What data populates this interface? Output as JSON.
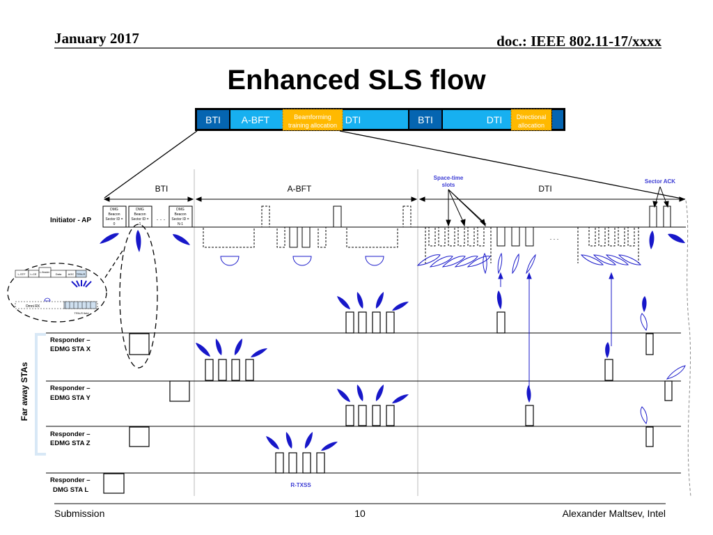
{
  "header": {
    "date": "January 2017",
    "doc_id": "doc.: IEEE 802.11-17/xxxx"
  },
  "title": "Enhanced SLS flow",
  "timeline_bar": {
    "segments": [
      "BTI",
      "A-BFT",
      "Beamforming training allocation",
      "DTI",
      "BTI",
      "DTI",
      "Directional allocation"
    ]
  },
  "phases": {
    "bti": "BTI",
    "abft": "A-BFT",
    "dti": "DTI"
  },
  "annotations": {
    "space_time_slots_line1": "Space-time",
    "space_time_slots_line2": "slots",
    "sector_ack": "Sector ACK",
    "r_txss": "R-TXSS",
    "ellipsis_beacons": ". . .",
    "ellipsis_slots": ". . ."
  },
  "beacons": [
    {
      "lines": [
        "DMG",
        "Beacon",
        "Sector ID =",
        "0"
      ]
    },
    {
      "lines": [
        "DMG",
        "Beacon",
        "Sector ID =",
        "1"
      ]
    },
    {
      "lines": [
        "DMG",
        "Beacon",
        "Sector ID =",
        "N-1"
      ]
    }
  ],
  "callout": {
    "fields": [
      "L-STF",
      "L-CE",
      "L-Header",
      "Data",
      "AGC",
      "TRN-R"
    ],
    "omni_rx": "Omni RX",
    "trn_r_label": "TRN-R field"
  },
  "stations": {
    "initiator": "Initiator - AP",
    "sta_x": [
      "Responder –",
      "EDMG STA X"
    ],
    "sta_y": [
      "Responder –",
      "EDMG STA Y"
    ],
    "sta_z": [
      "Responder –",
      "EDMG STA Z"
    ],
    "sta_l": [
      "Responder –",
      "DMG STA L"
    ]
  },
  "side_label": "Far away STAs",
  "footer": {
    "submission": "Submission",
    "page": "10",
    "author": "Alexander Maltsev, Intel"
  },
  "colors": {
    "bar_dark": "#0565b1",
    "bar_light": "#17b0f0",
    "bar_orange": "#ffb900",
    "beam": "#1717c9",
    "label_blue": "#3b3bd4",
    "side_bracket": "#d8e8f6"
  }
}
